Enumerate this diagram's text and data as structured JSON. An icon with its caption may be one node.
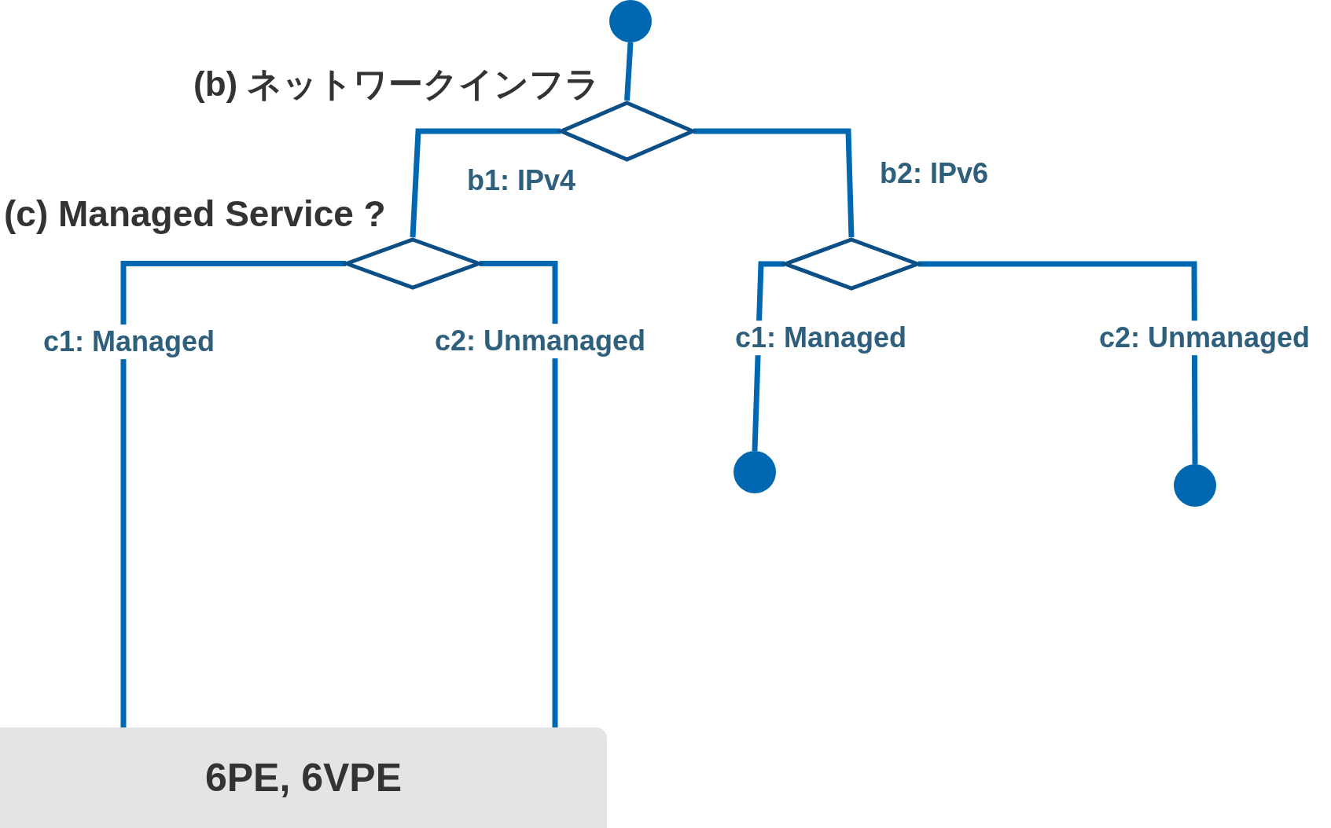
{
  "diagram": {
    "nodes": [
      {
        "text": [],
        "shape": "circle"
      },
      {
        "text": [
          "(b) ネットワークインフラ"
        ]
      },
      {
        "text": [
          "(c) Managed Service ?"
        ]
      },
      {
        "text": [],
        "shape": "diamond"
      },
      {
        "text": [
          "6PE, 6VPE"
        ]
      },
      {
        "text": [],
        "shape": "circle"
      },
      {
        "text": [],
        "shape": "circle"
      }
    ],
    "edges": [
      {
        "from": 0,
        "to": 1,
        "arrow": "none"
      },
      {
        "from": 1,
        "to": 2,
        "arrow": "none",
        "label": "b1: IPv4"
      },
      {
        "from": 1,
        "to": 3,
        "arrow": "none",
        "label": "b2: IPv6"
      },
      {
        "from": 2,
        "to": 4,
        "arrow": "none",
        "label": "c1: Managed"
      },
      {
        "from": 2,
        "to": 4,
        "arrow": "none",
        "label": "c2: Unmanaged"
      },
      {
        "from": 3,
        "to": 5,
        "arrow": "none",
        "label": "c1: Managed"
      },
      {
        "from": 3,
        "to": 6,
        "arrow": "none",
        "label": "c2: Unmanaged"
      }
    ]
  }
}
